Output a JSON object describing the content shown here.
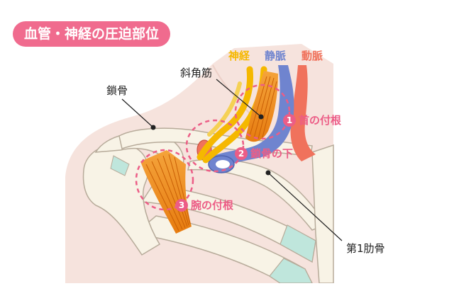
{
  "title": "血管・神経の圧迫部位",
  "legend": {
    "nerve": {
      "label": "神経",
      "color": "#f5b800"
    },
    "vein": {
      "label": "静脈",
      "color": "#6f84cf"
    },
    "artery": {
      "label": "動脈",
      "color": "#f0725c"
    }
  },
  "labels": {
    "scalene": "斜角筋",
    "clavicle": "鎖骨",
    "first_rib": "第1肋骨"
  },
  "regions": [
    {
      "number": "1",
      "label": "首の付根"
    },
    {
      "number": "2",
      "label": "鎖骨の下"
    },
    {
      "number": "3",
      "label": "腕の付根"
    }
  ],
  "colors": {
    "accent": "#f06b8e",
    "skin": "#f6e3dd",
    "bone": "#f8f3e6",
    "cartilage": "#bfe6dc",
    "muscle": "#f2941c"
  }
}
